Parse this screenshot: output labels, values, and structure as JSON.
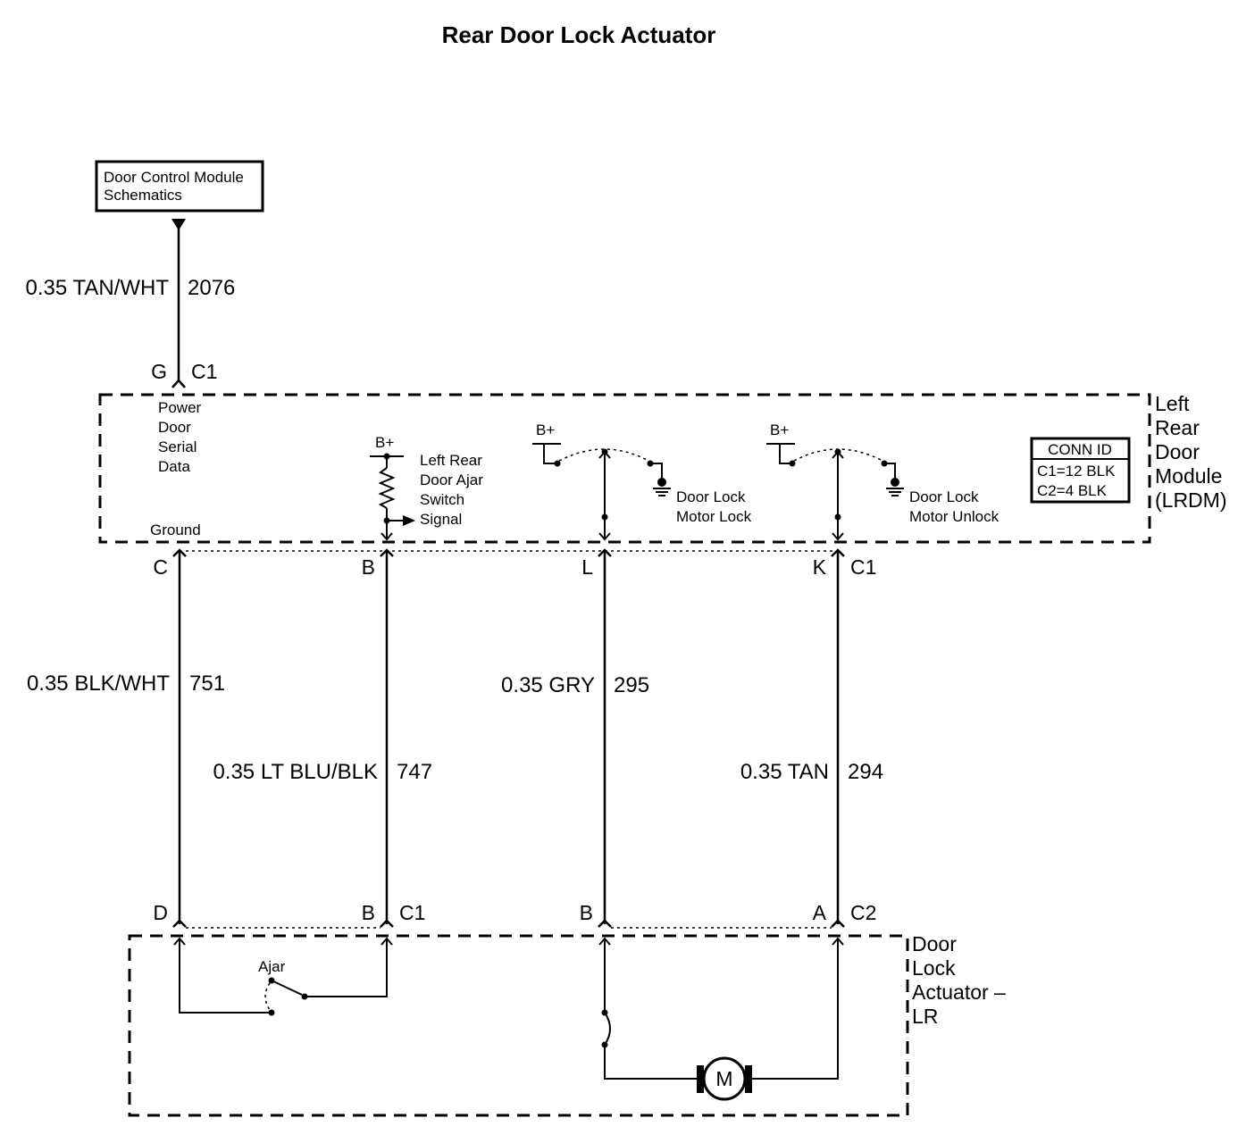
{
  "title": "Rear Door Lock Actuator",
  "reference_box": [
    "Door Control Module",
    "Schematics"
  ],
  "top_wire": {
    "label": "0.35 TAN/WHT",
    "circuit": "2076",
    "pin": "G",
    "connector": "C1"
  },
  "module": {
    "name_lines": [
      "Left",
      "Rear",
      "Door",
      "Module",
      "(LRDM)"
    ],
    "serial_data_lines": [
      "Power",
      "Door",
      "Serial",
      "Data"
    ],
    "ground_label": "Ground",
    "supply_label": "B+",
    "ajar_signal_lines": [
      "Left Rear",
      "Door Ajar",
      "Switch",
      "Signal"
    ],
    "lock_motor_lines": [
      "Door Lock",
      "Motor Lock"
    ],
    "unlock_motor_lines": [
      "Door Lock",
      "Motor Unlock"
    ],
    "conn_id": {
      "header": "CONN ID",
      "rows": [
        "C1=12 BLK",
        "C2=4 BLK"
      ]
    }
  },
  "module_pins": {
    "c": "C",
    "b": "B",
    "l": "L",
    "k": "K",
    "connector": "C1"
  },
  "wires": {
    "ground": {
      "label": "0.35 BLK/WHT",
      "circuit": "751"
    },
    "ajar": {
      "label": "0.35 LT BLU/BLK",
      "circuit": "747"
    },
    "lock": {
      "label": "0.35 GRY",
      "circuit": "295"
    },
    "unlock": {
      "label": "0.35 TAN",
      "circuit": "294"
    }
  },
  "actuator_pins": {
    "d": "D",
    "b1": "B",
    "c1": "C1",
    "b2": "B",
    "a": "A",
    "c2": "C2"
  },
  "actuator": {
    "name_lines": [
      "Door",
      "Lock",
      "Actuator –",
      "LR"
    ],
    "switch_label": "Ajar",
    "motor_label": "M"
  }
}
